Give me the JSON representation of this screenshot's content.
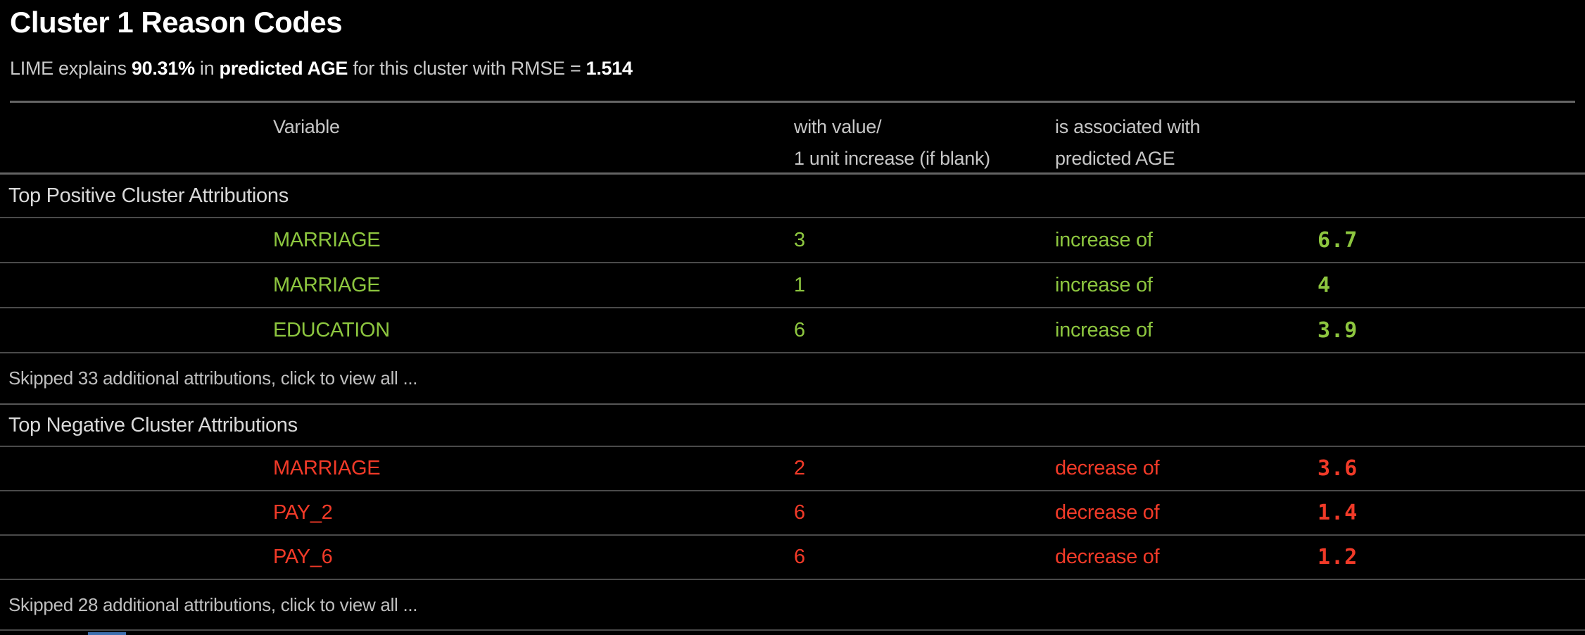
{
  "page": {
    "title": "Cluster 1 Reason Codes",
    "subtitle": {
      "prefix": "LIME explains ",
      "variance": "90.31%",
      "mid1": " in ",
      "target": "predicted AGE",
      "mid2": " for this cluster with RMSE = ",
      "rmse": "1.514"
    }
  },
  "table": {
    "headers": {
      "variable": "Variable",
      "value_line1": "with value/",
      "value_line2": "1 unit increase (if blank)",
      "assoc_line1": "is associated with",
      "assoc_line2": "predicted AGE"
    },
    "sections": [
      {
        "title": "Top Positive Cluster Attributions",
        "rows": [
          {
            "variable": "MARRIAGE",
            "value": "3",
            "effect": "increase of",
            "amount": "6.7"
          },
          {
            "variable": "MARRIAGE",
            "value": "1",
            "effect": "increase of",
            "amount": "4"
          },
          {
            "variable": "EDUCATION",
            "value": "6",
            "effect": "increase of",
            "amount": "3.9"
          }
        ],
        "skipped": "Skipped 33 additional attributions, click to view all ..."
      },
      {
        "title": "Top Negative Cluster Attributions",
        "rows": [
          {
            "variable": "MARRIAGE",
            "value": "2",
            "effect": "decrease of",
            "amount": "3.6"
          },
          {
            "variable": "PAY_2",
            "value": "6",
            "effect": "decrease of",
            "amount": "1.4"
          },
          {
            "variable": "PAY_6",
            "value": "6",
            "effect": "decrease of",
            "amount": "1.2"
          }
        ],
        "skipped": "Skipped 28 additional attributions, click to view all ..."
      }
    ]
  },
  "colors": {
    "positive": "#8dc63f",
    "negative": "#f13a28",
    "scrollbar": "#3e6fae"
  }
}
